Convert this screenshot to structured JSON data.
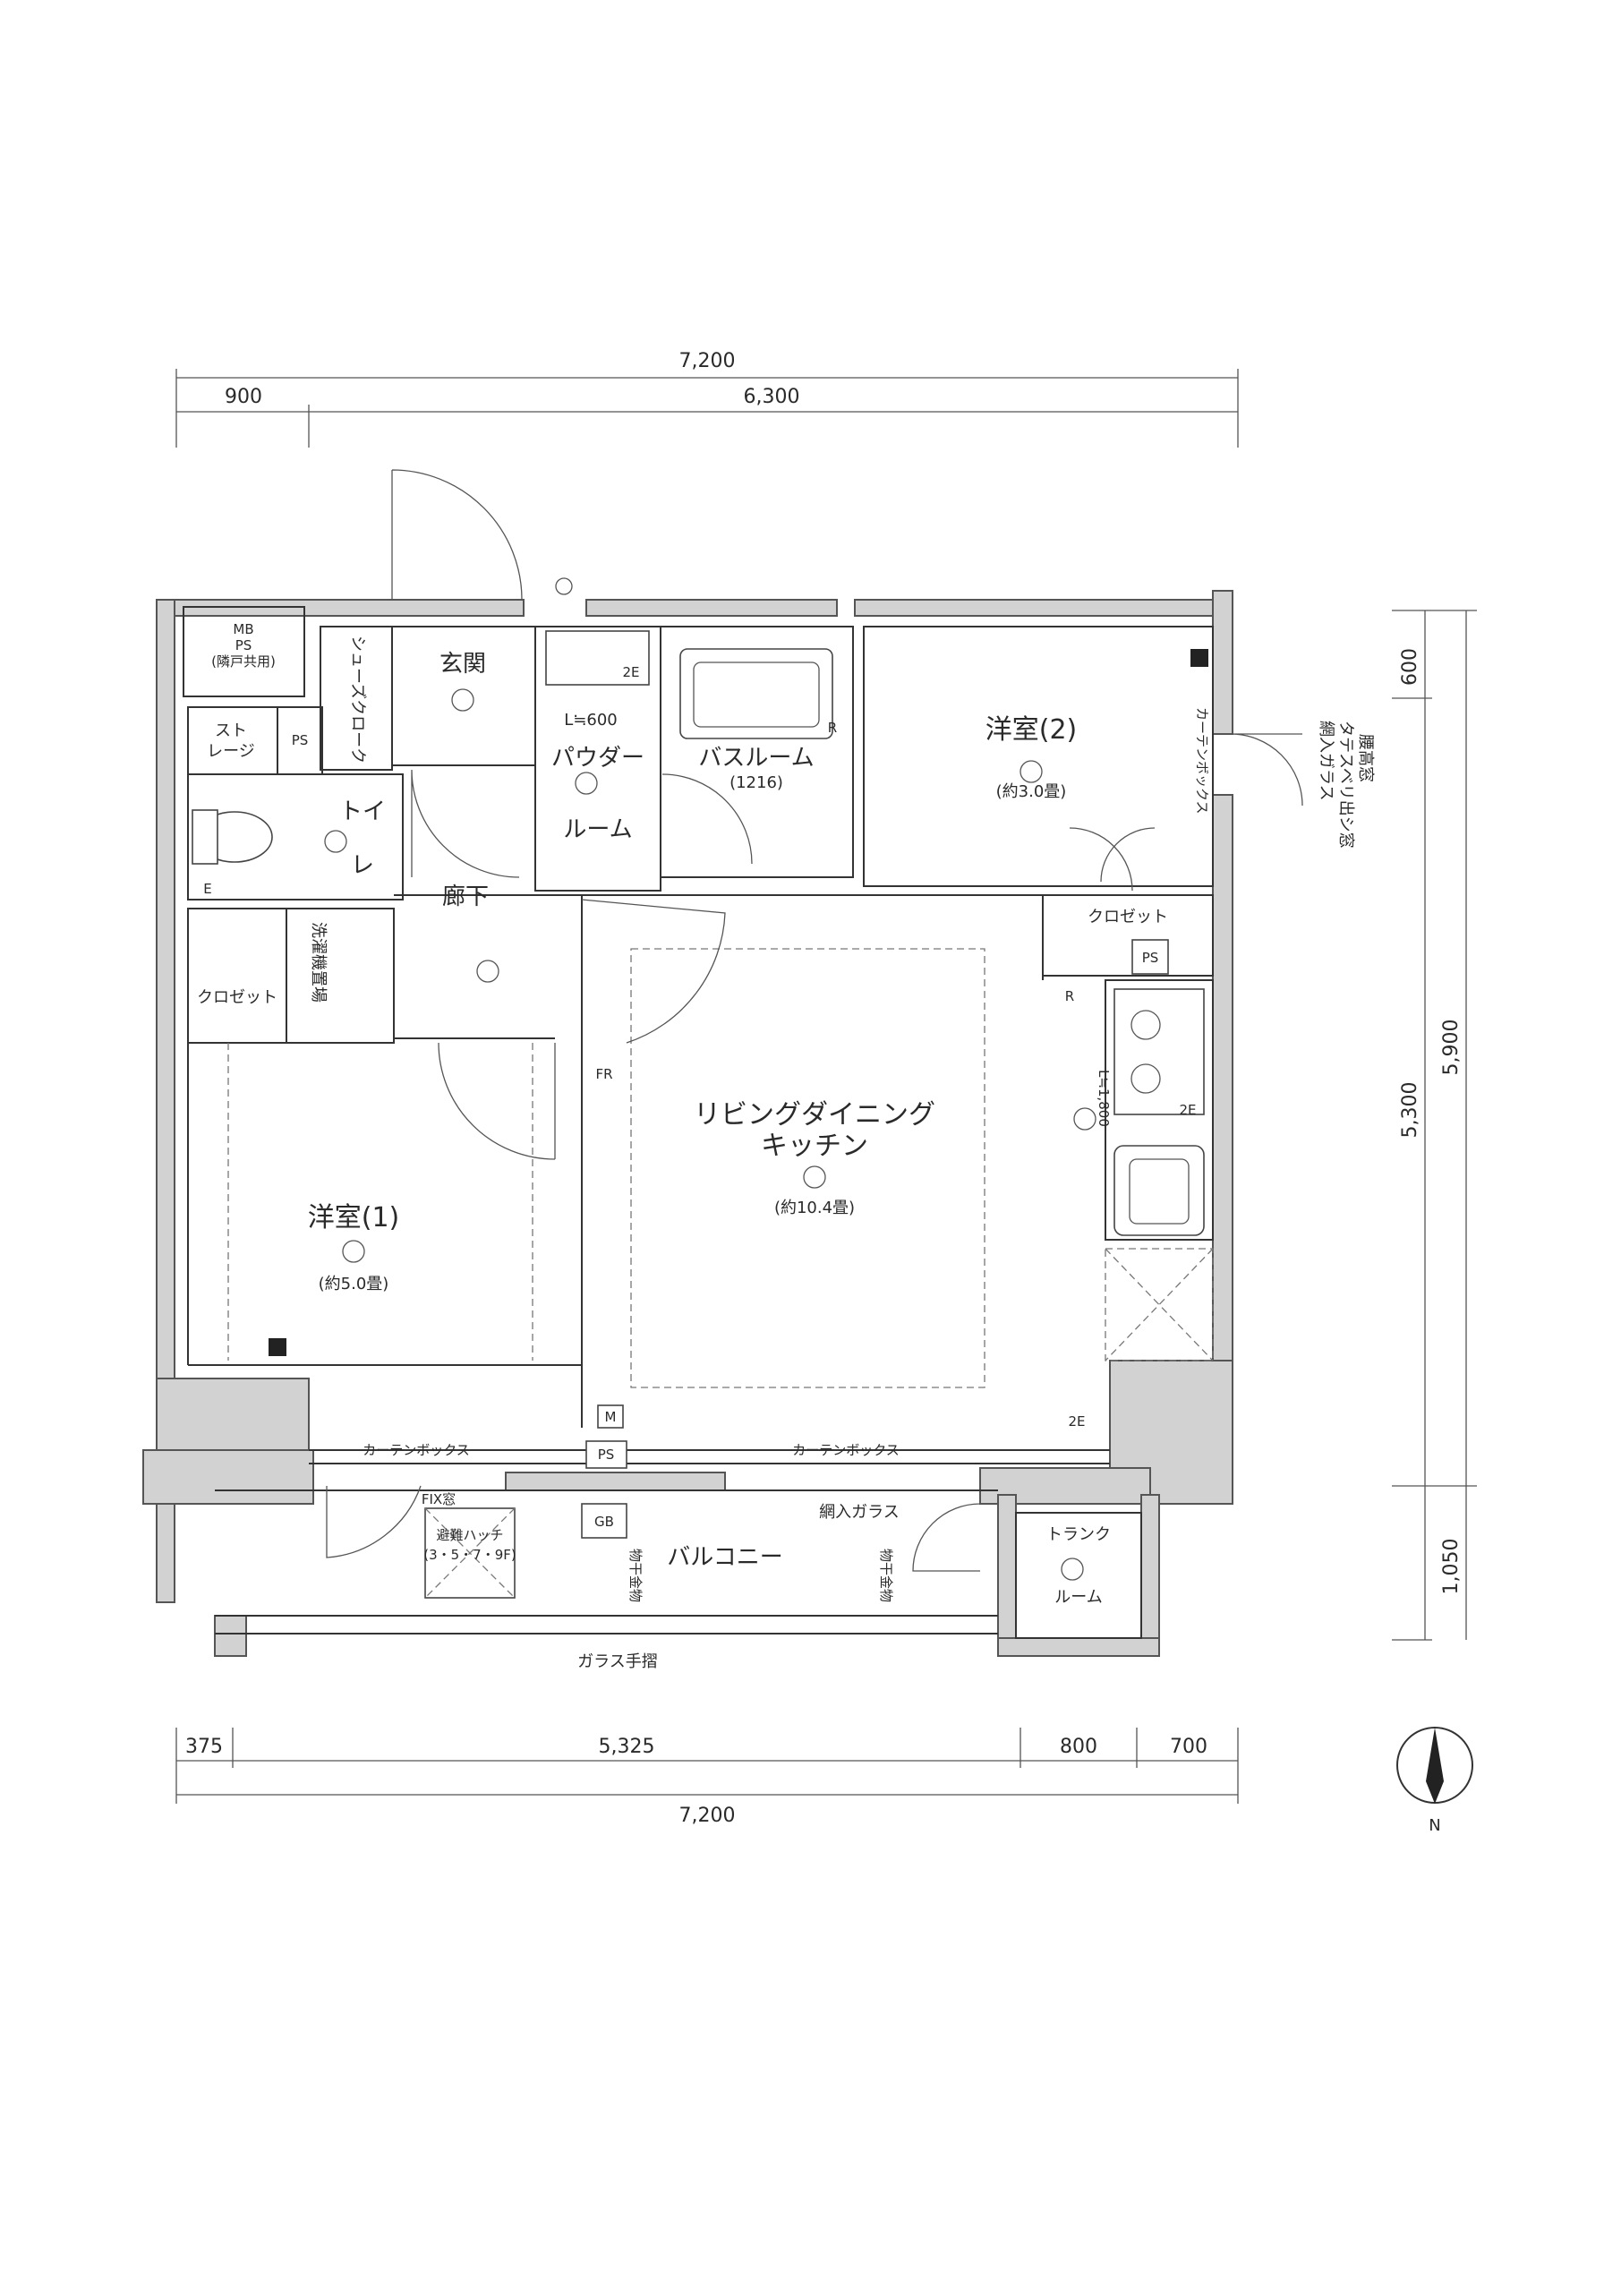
{
  "dimensions": {
    "top_total": "7,200",
    "top_left": "900",
    "top_right": "6,300",
    "bottom_a": "375",
    "bottom_b": "5,325",
    "bottom_c": "800",
    "bottom_d": "700",
    "bottom_total": "7,200",
    "right_600": "600",
    "right_5300": "5,300",
    "right_5900": "5,900",
    "right_1050": "1,050"
  },
  "rooms": {
    "mb_ps_1": "MB",
    "mb_ps_2": "PS",
    "mb_ps_3": "(隣戸共用)",
    "storage_1": "スト",
    "storage_2": "レージ",
    "ps_top_left": "PS",
    "shoe_cloak": "シューズクローク",
    "entrance": "玄関",
    "powder_1": "パウダー",
    "powder_2": "ルーム",
    "powder_l": "L≒600",
    "bathroom": "バスルーム",
    "bathroom_size": "(1216)",
    "western2": "洋室(2)",
    "western2_size": "(約3.0畳)",
    "toilet_1": "トイ",
    "toilet_2": "レ",
    "corridor": "廊下",
    "laundry": "洗濯機置場",
    "closet_left": "クロゼット",
    "closet_right": "クロゼット",
    "ps_closet": "PS",
    "ldk_1": "リビングダイニング",
    "ldk_2": "キッチン",
    "ldk_size": "(約10.4畳)",
    "kitchen_l": "L≒1,800",
    "western1": "洋室(1)",
    "western1_size": "(約5.0畳)",
    "curtain_box_left": "カーテンボックス",
    "curtain_box_right": "カーテンボックス",
    "curtain_box_vert": "カーテンボックス",
    "window_note_1": "腰高窓",
    "window_note_2": "タテスベリ出シ窓",
    "window_note_3": "網入ガラス",
    "fix_window": "FIX窓",
    "evac_1": "避難ハッチ",
    "evac_2": "(3・5・7・9F)",
    "gb": "GB",
    "wired_glass": "網入ガラス",
    "balcony": "バルコニー",
    "dryer_1": "物干金物",
    "dryer_2": "物干金物",
    "trunk_1": "トランク",
    "trunk_2": "ルーム",
    "glass_rail": "ガラス手摺",
    "fr": "FR",
    "m_mark": "M",
    "r_mark": "R",
    "e_mark": "E",
    "two_e": "2E",
    "ps_bottom": "PS",
    "north": "N"
  }
}
